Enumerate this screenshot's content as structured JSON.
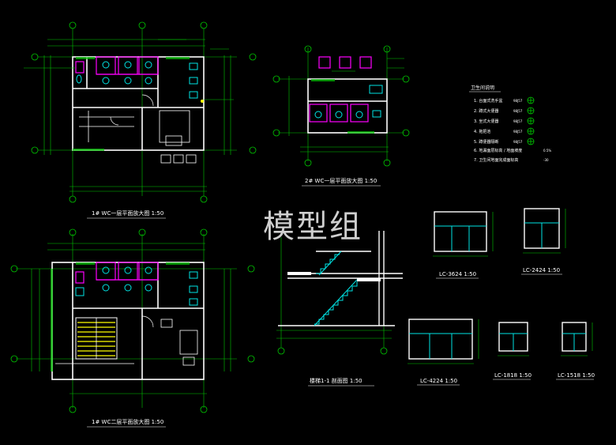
{
  "watermark": "模型组",
  "titles": {
    "wc1_first": "1# WC一层平面放大图 1:50",
    "wc2_first": "2# WC一层平面放大图 1:50",
    "wc1_second": "1# WC二层平面放大图 1:50",
    "stair_section": "楼梯1-1 剖面图 1:50"
  },
  "legend": {
    "heading": "卫生间说明",
    "items": [
      "1. 台面式洗手盆",
      "2. 蹲式大便器",
      "3. 坐式大便器",
      "4. 拖把池",
      "5. 蹲便器隔断",
      "6. 地漏面层标高 / 地面坡度",
      "7. 卫生间地面完成面标高"
    ],
    "codes": [
      "98J57",
      "98J57",
      "98J57",
      "98J57",
      "98J57",
      "0.5%",
      "-30"
    ]
  },
  "windows": [
    {
      "label": "LC-3624 1:50"
    },
    {
      "label": "LC-2424 1:50"
    },
    {
      "label": "LC-4224 1:50"
    },
    {
      "label": "LC-1818 1:50"
    },
    {
      "label": "LC-1518 1:50"
    }
  ],
  "colors": {
    "background": "#000000",
    "wall": "#ffffff",
    "dimension": "#00c800",
    "fixture": "#00e5e5",
    "accent": "#ff00ff",
    "grid": "#22ff22",
    "note": "#ffff00",
    "watermark": "#cfcfcf"
  }
}
